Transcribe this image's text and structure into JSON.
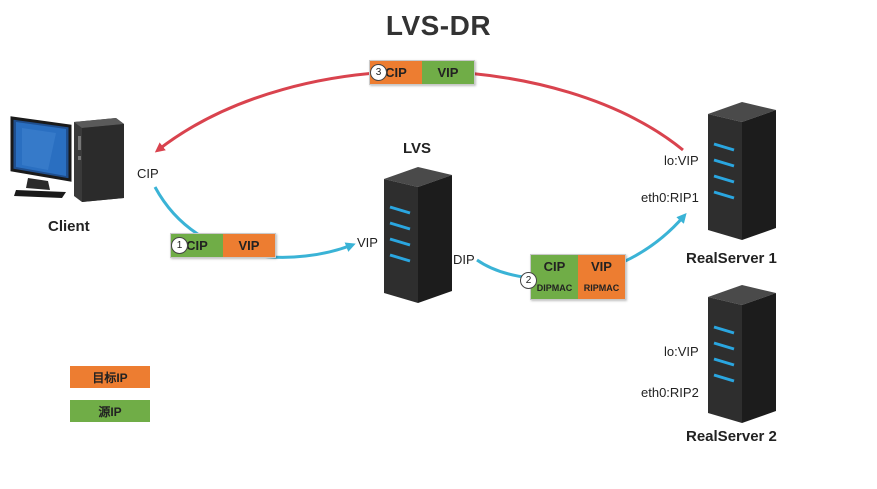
{
  "title": "LVS-DR",
  "client": {
    "label": "Client",
    "ip_label": "CIP"
  },
  "lvs": {
    "label": "LVS",
    "vip_label": "VIP",
    "dip_label": "DIP"
  },
  "real_server_1": {
    "label": "RealServer 1",
    "lo_label": "lo:VIP",
    "eth_label": "eth0:RIP1"
  },
  "real_server_2": {
    "label": "RealServer 2",
    "lo_label": "lo:VIP",
    "eth_label": "eth0:RIP2"
  },
  "packet_1": {
    "step": "1",
    "src": "CIP",
    "dst": "VIP"
  },
  "packet_2": {
    "step": "2",
    "src": "CIP",
    "dst": "VIP",
    "src_mac": "DIPMAC",
    "dst_mac": "RIPMAC"
  },
  "packet_3": {
    "step": "3",
    "src": "CIP",
    "dst": "VIP"
  },
  "legend": {
    "dest_ip": "目标IP",
    "src_ip": "源IP"
  },
  "colors": {
    "orange": "#ed7d31",
    "green": "#70ad47",
    "red_arrow": "#d9434e",
    "blue_arrow": "#3ab3d6"
  },
  "icons": {
    "client": "desktop-computer-icon",
    "server": "server-tower-icon"
  }
}
